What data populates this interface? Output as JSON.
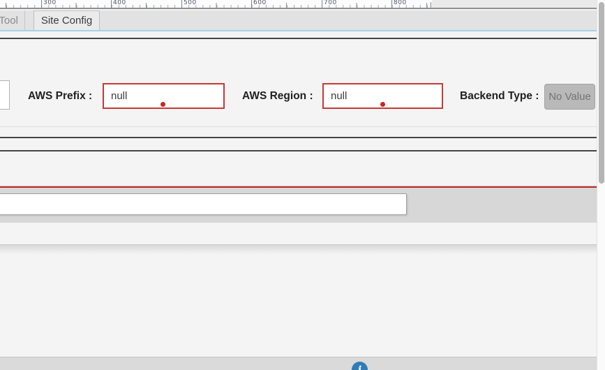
{
  "ruler": {
    "labels": [
      "300",
      "400",
      "500",
      "600",
      "700",
      "800"
    ]
  },
  "tabs": [
    {
      "label": "y Tool",
      "active": false
    },
    {
      "label": "Site Config",
      "active": true
    }
  ],
  "form": {
    "aws_prefix": {
      "label": "AWS Prefix :",
      "value": "null"
    },
    "aws_region": {
      "label": "AWS Region :",
      "value": "null"
    },
    "backend_type": {
      "label": "Backend Type :",
      "value": "No Value"
    }
  },
  "bottom_input": {
    "value": ""
  },
  "icons": {
    "info_button": "i"
  },
  "colors": {
    "error_border": "#c43a36",
    "error_dot": "#cb2424",
    "red_separator": "#c32b28",
    "tab_accent_line": "#a5d2e8",
    "info_button_bg": "#2f7cb6",
    "disabled_field_bg": "#b9b9b9"
  }
}
